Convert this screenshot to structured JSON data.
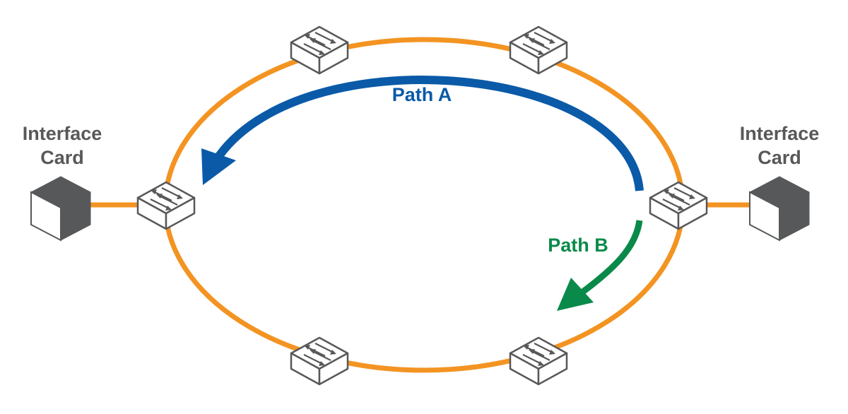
{
  "colors": {
    "ring": "#f39422",
    "path_a": "#0a5aa8",
    "path_b": "#0a8a4a",
    "card_dark": "#56585a",
    "card_light": "#ffffff",
    "label_gray": "#58585a"
  },
  "left_card": {
    "line1": "Interface",
    "line2": "Card",
    "icon": "interface-card-icon"
  },
  "right_card": {
    "line1": "Interface",
    "line2": "Card",
    "icon": "interface-card-icon"
  },
  "path_a": {
    "label": "Path A"
  },
  "path_b": {
    "label": "Path B"
  },
  "switch_icon": "network-switch-icon"
}
